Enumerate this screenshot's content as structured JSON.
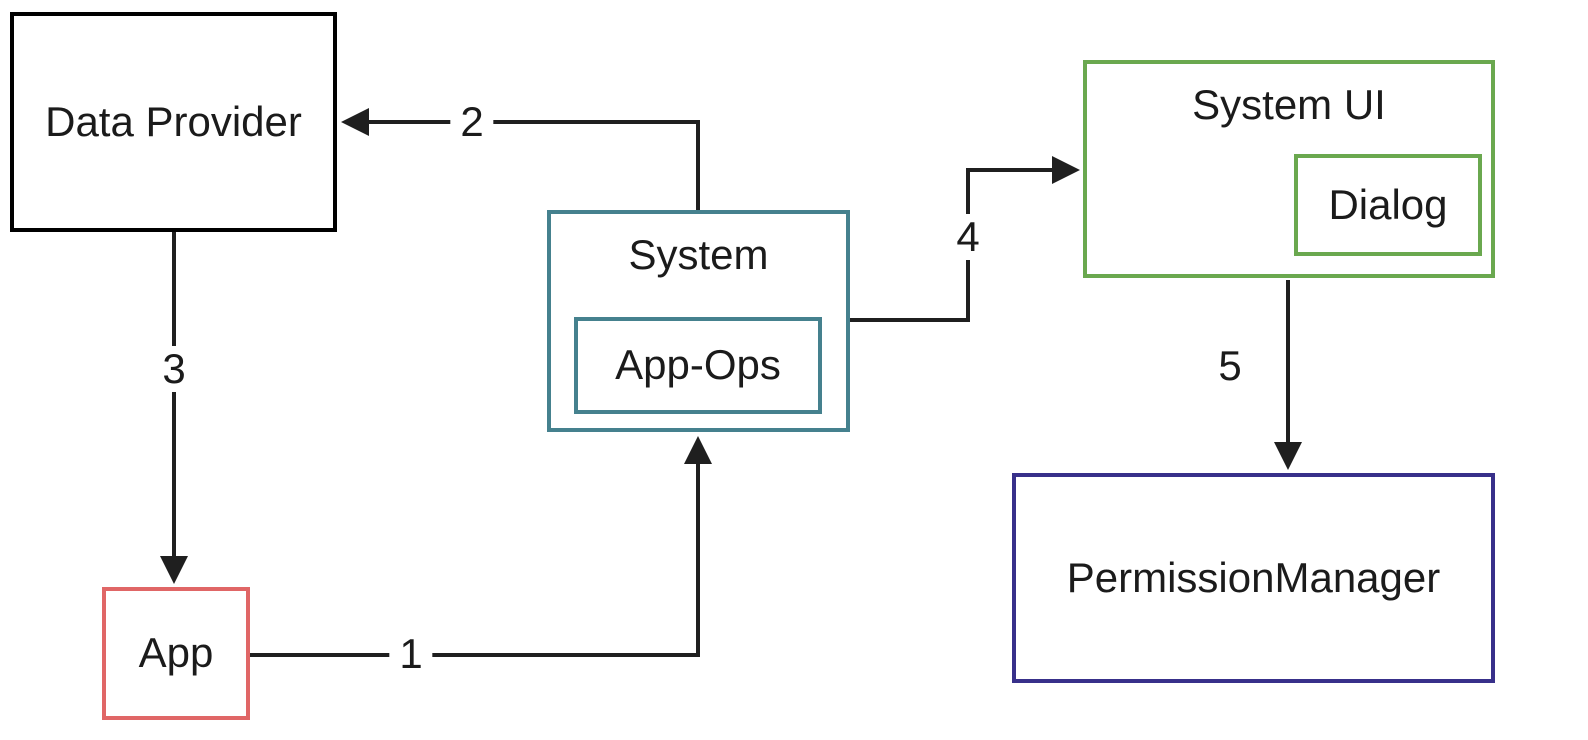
{
  "diagram": {
    "background_color": "#ffffff",
    "line_color": "#1f1f1f",
    "nodes": {
      "data_provider": {
        "label": "Data Provider",
        "border_color": "#000000"
      },
      "app": {
        "label": "App",
        "border_color": "#e06666"
      },
      "system": {
        "label": "System",
        "border_color": "#45818e"
      },
      "app_ops": {
        "label": "App-Ops",
        "border_color": "#45818e",
        "parent": "system"
      },
      "system_ui": {
        "label": "System UI",
        "border_color": "#6aa84f"
      },
      "dialog": {
        "label": "Dialog",
        "border_color": "#6aa84f",
        "parent": "system_ui"
      },
      "permission_manager": {
        "label": "PermissionManager",
        "border_color": "#38308a"
      }
    },
    "edges": {
      "e1": {
        "label": "1",
        "from": "app",
        "to": "system"
      },
      "e2": {
        "label": "2",
        "from": "system",
        "to": "data_provider"
      },
      "e3": {
        "label": "3",
        "from": "data_provider",
        "to": "app"
      },
      "e4": {
        "label": "4",
        "from": "system",
        "to": "system_ui"
      },
      "e5": {
        "label": "5",
        "from": "system_ui",
        "to": "permission_manager"
      }
    }
  }
}
